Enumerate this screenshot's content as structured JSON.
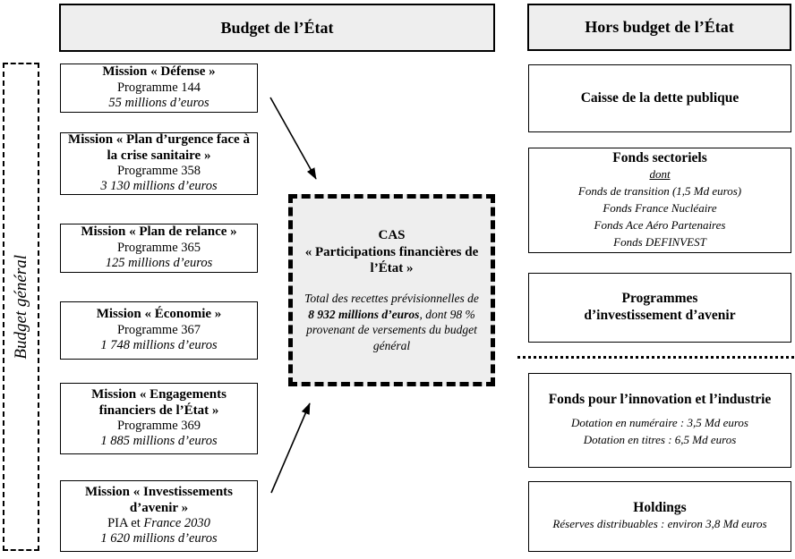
{
  "colors": {
    "background": "#ffffff",
    "box_fill": "#eeeeee",
    "line": "#000000"
  },
  "left_bracket": {
    "label": "Budget général"
  },
  "headers": {
    "budget": "Budget de l’État",
    "hors_budget": "Hors budget de l’État"
  },
  "missions": [
    {
      "title": "Mission « Défense »",
      "program": "Programme 144",
      "amount": "55 millions d’euros"
    },
    {
      "title": "Mission « Plan d’urgence face à la crise sanitaire »",
      "program": "Programme 358",
      "amount": "3 130 millions d’euros"
    },
    {
      "title": "Mission « Plan de relance »",
      "program": "Programme 365",
      "amount": "125 millions d’euros"
    },
    {
      "title": "Mission « Économie »",
      "program": "Programme 367",
      "amount": "1 748 millions d’euros"
    },
    {
      "title": "Mission « Engagements financiers de l’État »",
      "program": "Programme 369",
      "amount": "1 885 millions d’euros"
    },
    {
      "title": "Mission « Investissements d’avenir »",
      "program_prefix": "PIA et ",
      "program_italic": "France 2030",
      "amount": "1 620 millions d’euros"
    }
  ],
  "cas": {
    "title_line1": "CAS",
    "title_line2": "« Participations financières de l’État »",
    "body_prefix": "Total des recettes prévisionnelles de ",
    "body_bold": "8 932 millions d’euros",
    "body_suffix": ", dont 98 % provenant de versements du budget général"
  },
  "right_column": {
    "caisse": {
      "title": "Caisse de la dette publique"
    },
    "fonds_sectoriels": {
      "title": "Fonds sectoriels",
      "dont_label": "dont",
      "items": [
        "Fonds de transition (1,5 Md euros)",
        "Fonds France Nucléaire",
        "Fonds Ace Aéro Partenaires",
        "Fonds DEFINVEST"
      ]
    },
    "programmes_avenir": {
      "line1": "Programmes",
      "line2": "d’investissement d’avenir"
    },
    "fonds_innovation": {
      "title": "Fonds pour l’innovation et l’industrie",
      "items": [
        "Dotation en numéraire : 3,5 Md euros",
        "Dotation en titres : 6,5 Md euros"
      ]
    },
    "holdings": {
      "title": "Holdings",
      "subtitle": "Réserves distribuables : environ 3,8 Md euros"
    }
  }
}
